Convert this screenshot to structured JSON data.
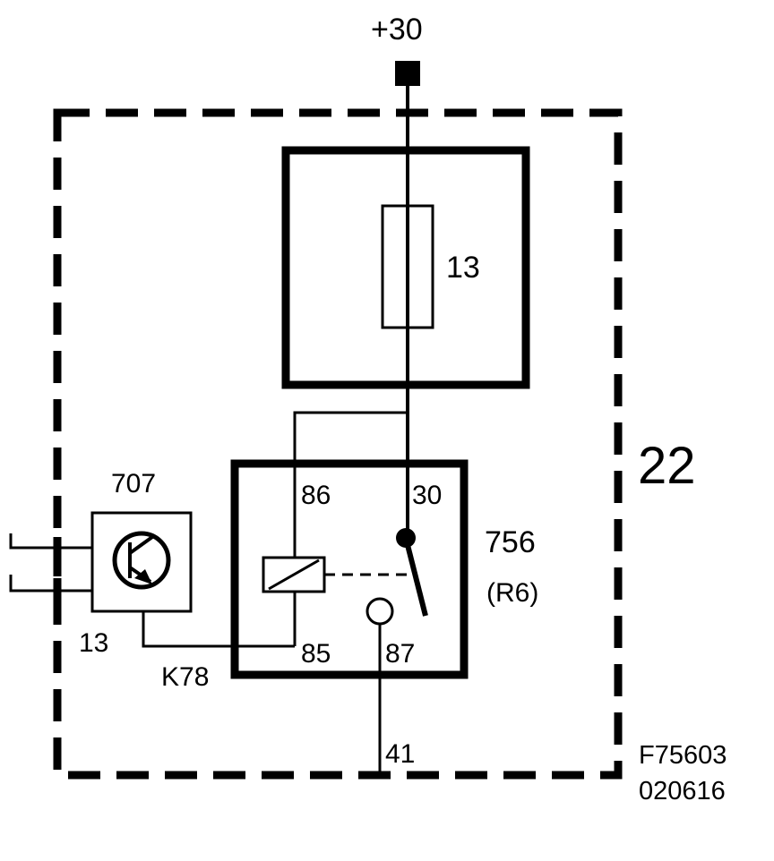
{
  "colors": {
    "line": "#000000",
    "background": "#ffffff"
  },
  "supply": {
    "label": "+30"
  },
  "box": {
    "label": "22"
  },
  "fuse": {
    "label": "13"
  },
  "relay": {
    "id": "756",
    "code": "(R6)",
    "pins": {
      "p86": "86",
      "p30": "30",
      "p85": "85",
      "p87": "87"
    }
  },
  "transistor": {
    "id": "707",
    "pin": "13",
    "connector": "K78"
  },
  "output": {
    "label": "41"
  },
  "reference": {
    "line1": "F75603",
    "line2": "020616"
  }
}
